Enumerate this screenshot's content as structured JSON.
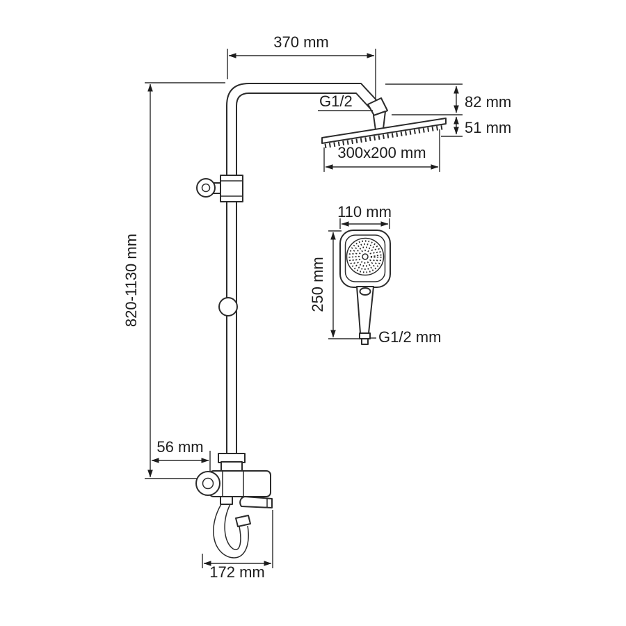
{
  "page": {
    "background": "#ffffff",
    "ink": "#1d1d1d"
  },
  "drawing": {
    "dims": {
      "arm_length": "370 mm",
      "head_connection": "G1/2",
      "head_offset": "82 mm",
      "head_thickness": "51 mm",
      "head_size": "300x200 mm",
      "hand_width": "110 mm",
      "hand_height": "250 mm",
      "hand_connection": "G1/2 mm",
      "column_height": "820-1130 mm",
      "wall_offset": "56 mm",
      "spout_reach": "172 mm"
    }
  }
}
